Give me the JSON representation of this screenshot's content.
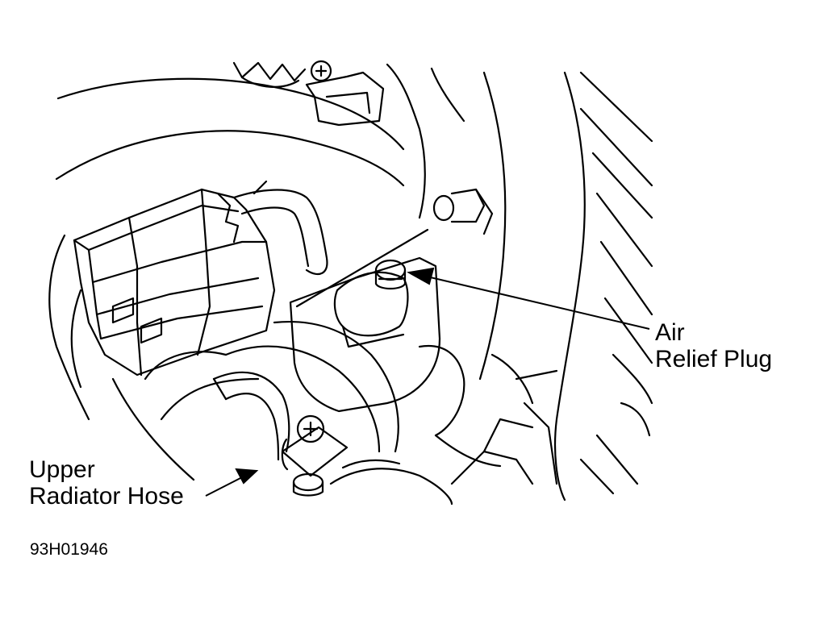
{
  "callouts": {
    "air_relief_plug": {
      "line1": "Air",
      "line2": "Relief Plug"
    },
    "upper_radiator_hose": {
      "line1": "Upper",
      "line2": "Radiator Hose"
    }
  },
  "figure_code": "93H01946",
  "colors": {
    "ink": "#000000",
    "paper": "#ffffff"
  }
}
